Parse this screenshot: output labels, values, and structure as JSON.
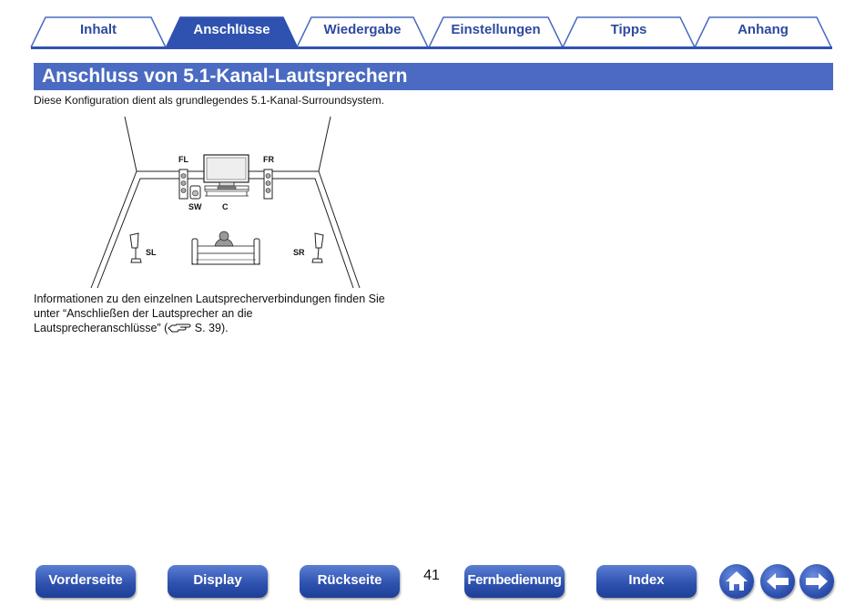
{
  "tabs": [
    {
      "label": "Inhalt",
      "active": false
    },
    {
      "label": "Anschlüsse",
      "active": true
    },
    {
      "label": "Wiedergabe",
      "active": false
    },
    {
      "label": "Einstellungen",
      "active": false
    },
    {
      "label": "Tipps",
      "active": false
    },
    {
      "label": "Anhang",
      "active": false
    }
  ],
  "section_title": "Anschluss von 5.1-Kanal-Lautsprechern",
  "intro_text": "Diese Konfiguration dient als grundlegendes 5.1-Kanal-Surroundsystem.",
  "diagram": {
    "labels": {
      "fl": "FL",
      "fr": "FR",
      "sw": "SW",
      "c": "C",
      "sl": "SL",
      "sr": "SR"
    }
  },
  "info": {
    "line1": "Informationen zu den einzelnen Lautsprecherverbindungen finden Sie",
    "line2": "unter “Anschließen der Lautsprecher an die",
    "line3_start": "Lautsprecheranschlüsse” (",
    "line3_ref": " S. 39).",
    "ref_icon": "pointing-hand-icon"
  },
  "page_number": "41",
  "nav": {
    "vorderseite": "Vorderseite",
    "display": "Display",
    "rueckseite": "Rückseite",
    "fernbedienung": "Fernbedienung",
    "index": "Index"
  },
  "icons": {
    "home": "home-icon",
    "back": "arrow-left-icon",
    "forward": "arrow-right-icon"
  },
  "colors": {
    "accent": "#4a6bc1",
    "tab_text": "#2e4a9e",
    "active_tab": "#2f52b0",
    "white": "#ffffff"
  }
}
